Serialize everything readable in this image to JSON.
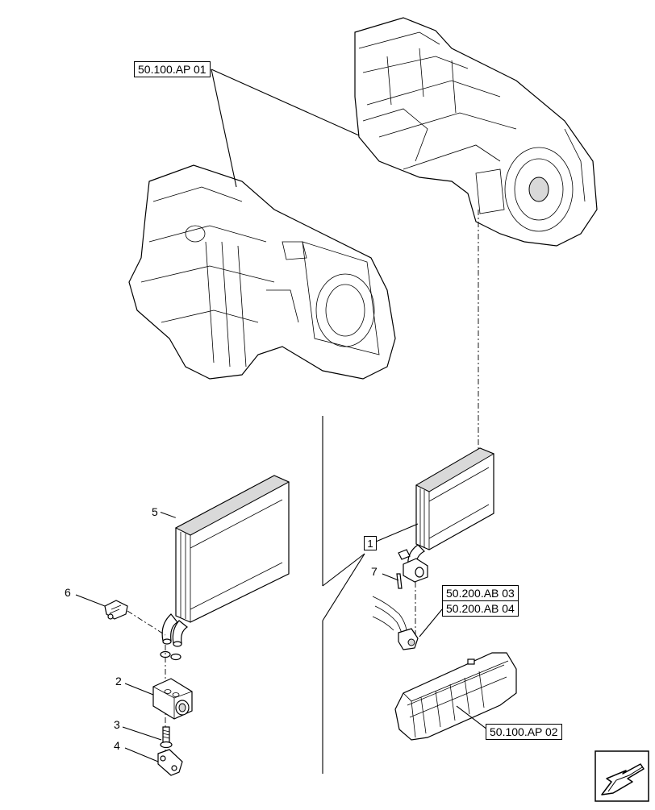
{
  "references": {
    "ap01": "50.100.AP 01",
    "ap02": "50.100.AP 02",
    "ab03": "50.200.AB 03",
    "ab04": "50.200.AB 04"
  },
  "item_box": "1",
  "callouts": {
    "c2": "2",
    "c3": "3",
    "c4": "4",
    "c5": "5",
    "c6": "6",
    "c7": "7"
  },
  "icons": {
    "nav": "next-page-arrow-icon"
  }
}
